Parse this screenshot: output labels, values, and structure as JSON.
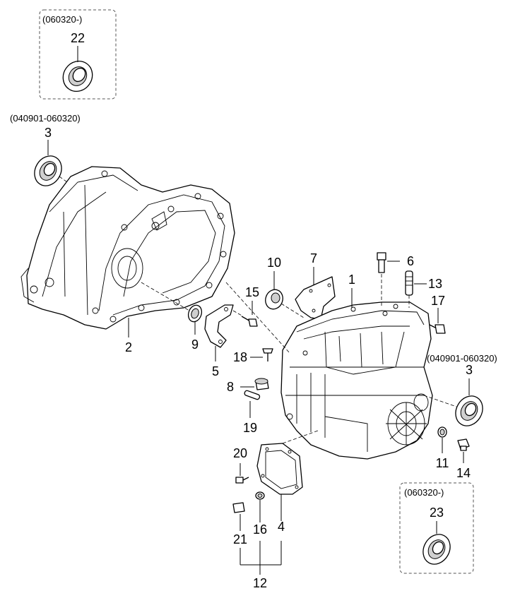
{
  "boxes": [
    {
      "id": "box-22",
      "range_label": "(060320-)"
    },
    {
      "id": "box-23",
      "range_label": "(060320-)"
    }
  ],
  "range_labels": {
    "seal_3_left": "(040901-060320)",
    "seal_3_right": "(040901-060320)"
  },
  "callouts": {
    "p1": "1",
    "p2": "2",
    "p3_left": "3",
    "p3_right": "3",
    "p4": "4",
    "p5": "5",
    "p6": "6",
    "p7": "7",
    "p8": "8",
    "p9": "9",
    "p10": "10",
    "p11": "11",
    "p12": "12",
    "p13": "13",
    "p14": "14",
    "p15": "15",
    "p16": "16",
    "p17": "17",
    "p18": "18",
    "p19": "19",
    "p20": "20",
    "p21": "21",
    "p22": "22",
    "p23": "23"
  }
}
